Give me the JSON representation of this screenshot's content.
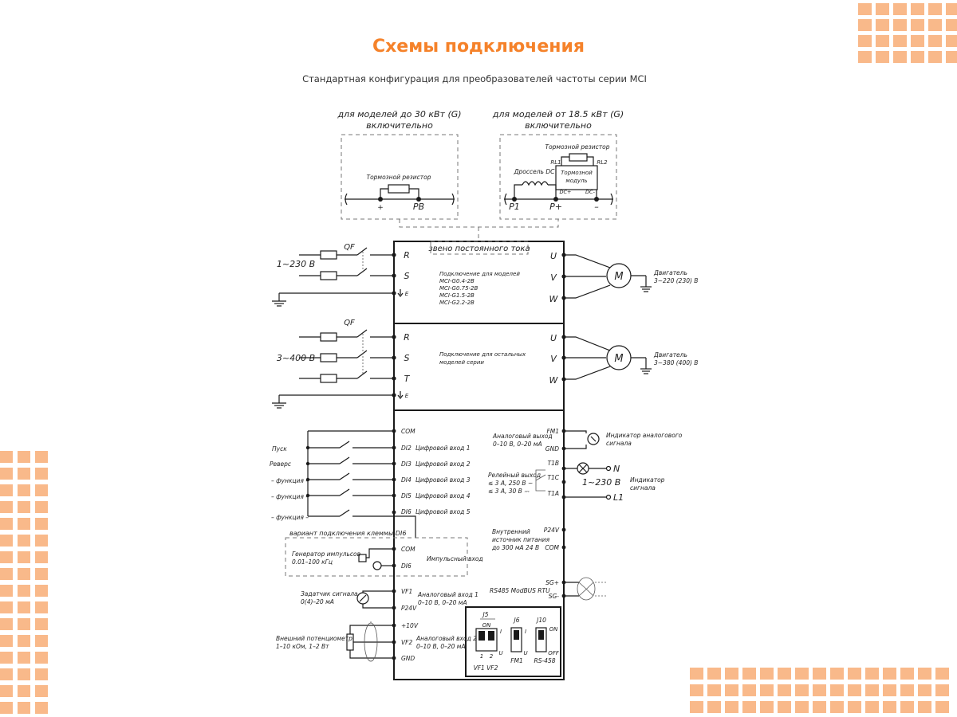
{
  "title": "Схемы подключения",
  "subtitle": "Стандартная конфигурация для преобразователей частоты серии MCI",
  "colors": {
    "accent": "#f5822a",
    "decor_squares": "#f9b98a",
    "line": "#1a1a1a"
  },
  "top_left_box": {
    "heading": [
      "для моделей до 30 кВт (G)",
      "включительно"
    ],
    "resistor_label": "Тормозной резистор",
    "terminal_plus": "+",
    "terminal_pb": "PB"
  },
  "top_right_box": {
    "heading": [
      "для моделей от 18.5 кВт (G)",
      "включительно"
    ],
    "resistor_label": "Тормозной резистор",
    "rl1": "RL1",
    "rl2": "RL2",
    "choke_label": "Дроссель DC",
    "brake_module": [
      "Тормозной",
      "модуль"
    ],
    "dc_plus": "DC+",
    "dc_minus": "DC-",
    "p1": "P1",
    "p_plus": "P+",
    "minus": "–"
  },
  "dc_link_label": "звено постоянного тока",
  "single_phase": {
    "breaker": "QF",
    "supply": "1~230 В",
    "terminals": [
      "R",
      "S",
      "E"
    ],
    "models_note": [
      "Подключение для моделей",
      "MCI-G0.4-2B",
      "MCI-G0.75-2B",
      "MCI-G1.5-2B",
      "MCI-G2.2-2B"
    ],
    "outputs": [
      "U",
      "V",
      "W"
    ],
    "motor": "M",
    "motor_label": [
      "Двигатель",
      "3~220 (230) В"
    ]
  },
  "three_phase": {
    "breaker": "QF",
    "supply": "3~400 В",
    "terminals": [
      "R",
      "S",
      "T",
      "E"
    ],
    "models_note": [
      "Подключение для остальных",
      "моделей серии"
    ],
    "outputs": [
      "U",
      "V",
      "W"
    ],
    "motor": "M",
    "motor_label": [
      "Двигатель",
      "3~380 (400) В"
    ]
  },
  "control_left": {
    "com": "COM",
    "inputs": [
      {
        "ext": "Пуск",
        "term": "DI2",
        "desc": "Цифровой вход 1"
      },
      {
        "ext": "Реверс",
        "term": "DI3",
        "desc": "Цифровой вход 2"
      },
      {
        "ext": "– функция –",
        "term": "DI4",
        "desc": "Цифровой вход 3"
      },
      {
        "ext": "– функция –",
        "term": "DI5",
        "desc": "Цифровой вход 4"
      },
      {
        "ext": "– функция –",
        "term": "DI6",
        "desc": "Цифровой вход 5"
      }
    ],
    "di6_variant": "вариант подключения клеммы DI6",
    "pulse_gen": [
      "Генератор импульсов",
      "0.01–100 кГц"
    ],
    "pulse_com": "COM",
    "pulse_di6": "DI6",
    "pulse_input": "Импульсный вход",
    "signal_setter": [
      "Задатчик сигнала",
      "0(4)–20 мА"
    ],
    "vf1": "VF1",
    "p24v": "P24V",
    "analog_in1": [
      "Аналоговый вход 1",
      "0–10 В, 0–20 мА"
    ],
    "pot_label": [
      "Внешний потенциометр",
      "1–10 кОм, 1–2 Вт"
    ],
    "plus10v": "+10V",
    "vf2": "VF2",
    "gnd": "GND",
    "analog_in2": [
      "Аналоговый вход 2",
      "0–10 В, 0–20 мА"
    ]
  },
  "control_right": {
    "analog_out": [
      "Аналоговый выход",
      "0–10 В, 0–20 мА"
    ],
    "fm1": "FM1",
    "gnd": "GND",
    "analog_indicator": [
      "Индикатор аналогового",
      "сигнала"
    ],
    "relay": [
      "Релейный выход",
      "≤ 3 А, 250 В ~",
      "≤ 3 А, 30 В ⎓"
    ],
    "t1b": "T1B",
    "t1c": "T1C",
    "t1a": "T1A",
    "n": "N",
    "l1": "L1",
    "supply": "1~230 В",
    "signal_indicator": [
      "Индикатор",
      "сигнала"
    ],
    "internal_psu": [
      "Внутренний",
      "источник питания",
      "до 300 мА 24 В"
    ],
    "p24v": "P24V",
    "com": "COM",
    "rs485": "RS485 ModBUS RTU",
    "sg_plus": "SG+",
    "sg_minus": "SG-"
  },
  "dip_switches": {
    "j5": "J5",
    "j6": "J6",
    "j10": "J10",
    "on": "ON",
    "off": "OFF",
    "i": "I",
    "u": "U",
    "one": "1",
    "two": "2",
    "vf1vf2": "VF1 VF2",
    "fm1": "FM1",
    "rs458": "RS-458"
  }
}
